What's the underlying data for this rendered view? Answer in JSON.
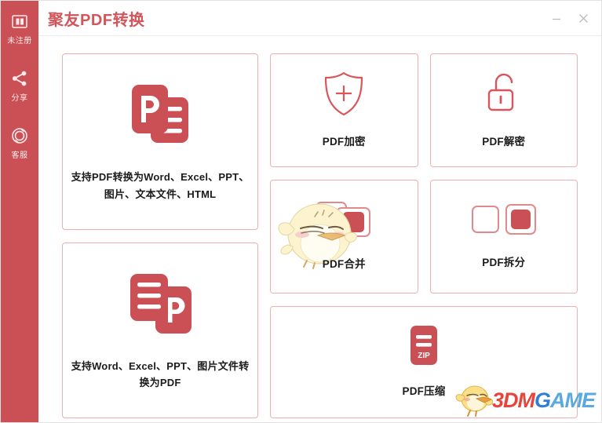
{
  "window": {
    "title": "聚友PDF转换",
    "minimize_label": "minimize",
    "close_label": "close",
    "accent_color": "#cb5056",
    "title_color": "#d1565c",
    "card_border_color": "#eeb0b0"
  },
  "sidebar": {
    "items": [
      {
        "label": "未注册",
        "icon": "id-card-icon"
      },
      {
        "label": "分享",
        "icon": "share-icon"
      },
      {
        "label": "客服",
        "icon": "headset-support-icon"
      }
    ]
  },
  "cards": {
    "pdf_to_others": {
      "label": "支持PDF转换为Word、Excel、PPT、图片、文本文件、HTML",
      "icon": "pdf-to-doc-icon"
    },
    "others_to_pdf": {
      "label": "支持Word、Excel、PPT、图片文件转换为PDF",
      "icon": "doc-to-pdf-icon"
    },
    "encrypt": {
      "label": "PDF加密",
      "icon": "shield-plus-icon"
    },
    "decrypt": {
      "label": "PDF解密",
      "icon": "unlock-icon"
    },
    "merge": {
      "label": "PDF合并",
      "icon": "merge-squares-icon"
    },
    "split": {
      "label": "PDF拆分",
      "icon": "split-squares-icon"
    },
    "compress": {
      "label": "PDF压缩",
      "icon": "zip-file-icon"
    }
  },
  "watermark": {
    "part1": "3DM",
    "part2": "G",
    "part3": "AME",
    "mascot": "chick-mascot-icon"
  }
}
